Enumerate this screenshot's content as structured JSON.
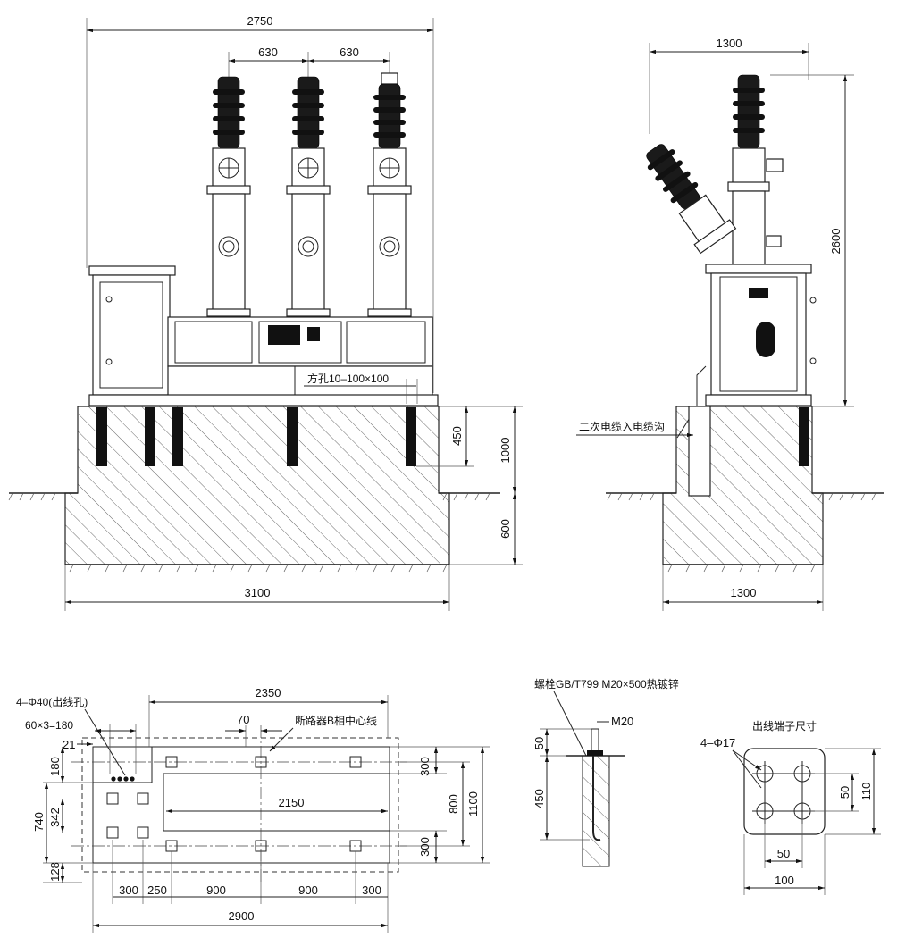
{
  "front_view": {
    "overall_width": "2750",
    "pole_spacing_1": "630",
    "pole_spacing_2": "630",
    "square_hole": "方孔10–100×100",
    "anchor_depth": "450",
    "foundation_above": "1000",
    "foundation_below": "600",
    "foundation_width": "3100"
  },
  "side_view": {
    "top_width": "1300",
    "height": "2600",
    "cable_note": "二次电缆入电缆沟",
    "foundation_width": "1300"
  },
  "plan_view": {
    "outlet_holes": "4–Φ40(出线孔)",
    "hole_pitch": "60×3=180",
    "dim_21": "21",
    "dim_180": "180",
    "dim_740": "740",
    "dim_342": "342",
    "dim_128": "128",
    "dim_2350": "2350",
    "dim_70": "70",
    "centerline": "断路器B相中心线",
    "dim_2150": "2150",
    "dim_300_top": "300",
    "dim_800": "800",
    "dim_1100": "1100",
    "dim_300_bot": "300",
    "bottom_dims": [
      "300",
      "250",
      "900",
      "900",
      "300"
    ],
    "dim_2900": "2900"
  },
  "bolt_detail": {
    "title": "螺栓GB/T799 M20×500热镀锌",
    "thread": "M20",
    "dim_50": "50",
    "dim_450": "450"
  },
  "terminal_detail": {
    "title": "出线端子尺寸",
    "holes": "4–Φ17",
    "dim_50_v": "50",
    "dim_110": "110",
    "dim_50_h": "50",
    "dim_100": "100"
  }
}
